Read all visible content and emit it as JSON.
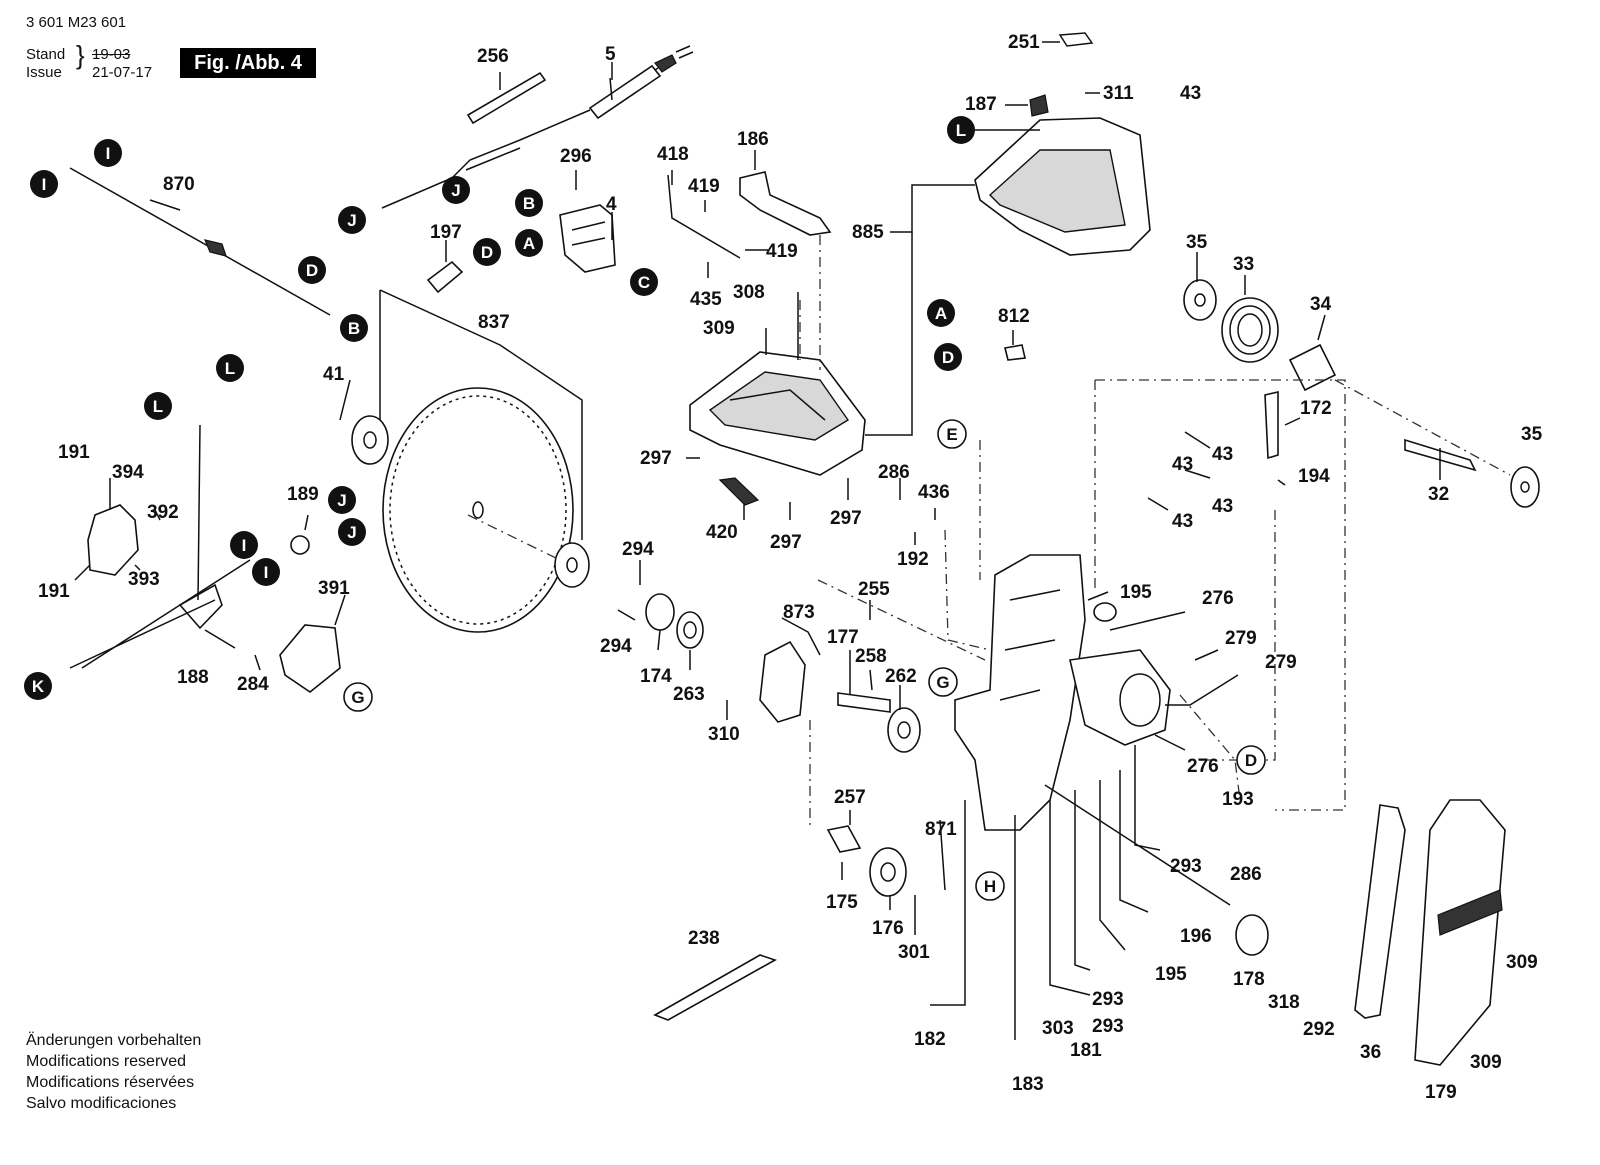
{
  "header": {
    "part_number": "3 601 M23 601",
    "stand_label": "Stand",
    "issue_label": "Issue",
    "stand_value": "19-03",
    "issue_value": "21-07-17",
    "figure_label": "Fig. /Abb. 4"
  },
  "notes": [
    "Änderungen vorbehalten",
    "Modifications reserved",
    "Modifications réservées",
    "Salvo modificaciones"
  ],
  "callouts": [
    "256",
    "5",
    "870",
    "296",
    "4",
    "197",
    "418",
    "186",
    "419",
    "419",
    "435",
    "308",
    "309",
    "187",
    "251",
    "311",
    "885",
    "35",
    "33",
    "34",
    "172",
    "35",
    "32",
    "194",
    "43",
    "43",
    "43",
    "43",
    "43",
    "812",
    "837",
    "41",
    "191",
    "394",
    "392",
    "191",
    "393",
    "189",
    "188",
    "284",
    "391",
    "294",
    "294",
    "174",
    "263",
    "873",
    "255",
    "177",
    "258",
    "262",
    "310",
    "297",
    "297",
    "297",
    "420",
    "286",
    "436",
    "192",
    "195",
    "276",
    "279",
    "279",
    "276",
    "257",
    "175",
    "176",
    "301",
    "871",
    "182",
    "183",
    "303",
    "181",
    "293",
    "293",
    "293",
    "195",
    "196",
    "193",
    "286",
    "178",
    "318",
    "292",
    "36",
    "179",
    "309",
    "309",
    "238"
  ],
  "markers": [
    {
      "letter": "I",
      "style": "dark"
    },
    {
      "letter": "I",
      "style": "dark"
    },
    {
      "letter": "J",
      "style": "dark"
    },
    {
      "letter": "J",
      "style": "dark"
    },
    {
      "letter": "B",
      "style": "dark"
    },
    {
      "letter": "A",
      "style": "dark"
    },
    {
      "letter": "C",
      "style": "dark"
    },
    {
      "letter": "D",
      "style": "dark"
    },
    {
      "letter": "D",
      "style": "dark"
    },
    {
      "letter": "B",
      "style": "dark"
    },
    {
      "letter": "L",
      "style": "dark"
    },
    {
      "letter": "L",
      "style": "dark"
    },
    {
      "letter": "L",
      "style": "dark"
    },
    {
      "letter": "J",
      "style": "dark"
    },
    {
      "letter": "J",
      "style": "dark"
    },
    {
      "letter": "I",
      "style": "dark"
    },
    {
      "letter": "I",
      "style": "dark"
    },
    {
      "letter": "K",
      "style": "dark"
    },
    {
      "letter": "A",
      "style": "dark"
    },
    {
      "letter": "D",
      "style": "dark"
    },
    {
      "letter": "E",
      "style": "light"
    },
    {
      "letter": "G",
      "style": "light"
    },
    {
      "letter": "G",
      "style": "light"
    },
    {
      "letter": "D",
      "style": "light"
    },
    {
      "letter": "H",
      "style": "light"
    }
  ]
}
